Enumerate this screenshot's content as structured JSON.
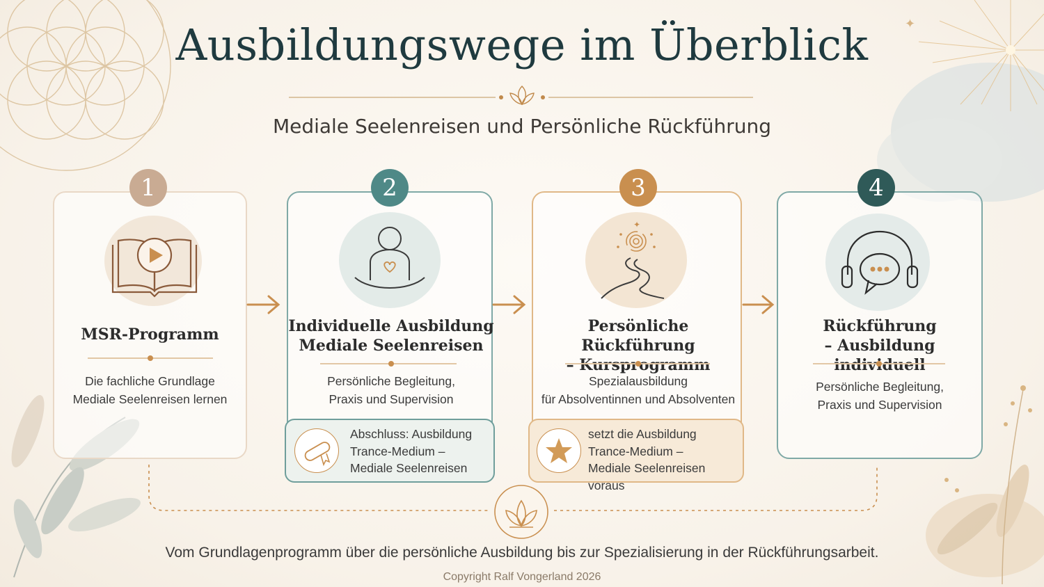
{
  "title": "Ausbildungswege im Überblick",
  "subtitle": "Mediale Seelenreisen und Persönliche Rückführung",
  "colors": {
    "beige": "#c9ab93",
    "teal": "#4f8987",
    "gold": "#c98f4f",
    "dark_teal": "#2f5a58",
    "accent": "#c08a4c",
    "text": "#3a3a3a"
  },
  "steps": [
    {
      "number": "1",
      "icon": "open-book-play-icon",
      "title_line1": "MSR-Programm",
      "title_line2": "",
      "desc_line1": "Die fachliche Grundlage",
      "desc_line2": "Mediale Seelenreisen lernen"
    },
    {
      "number": "2",
      "icon": "person-heart-icon",
      "title_line1": "Individuelle Ausbildung",
      "title_line2": "Mediale Seelenreisen",
      "desc_line1": "Persönliche Begleitung,",
      "desc_line2": "Praxis und Supervision",
      "note": {
        "icon": "diploma-scroll-icon",
        "line1": "Abschluss: Ausbildung",
        "line2": "Trance-Medium –",
        "line3": "Mediale Seelenreisen"
      }
    },
    {
      "number": "3",
      "icon": "spiral-path-icon",
      "title_line1": "Persönliche Rückführung",
      "title_line2": "– Kursprogramm",
      "desc_line1": "Spezialausbildung",
      "desc_line2": "für Absolventinnen und Absolventen",
      "note": {
        "icon": "star-icon",
        "line1": "setzt die Ausbildung",
        "line2": "Trance-Medium –",
        "line3": "Mediale Seelenreisen voraus"
      }
    },
    {
      "number": "4",
      "icon": "headphones-chat-icon",
      "title_line1": "Rückführung",
      "title_line2": "– Ausbildung individuell",
      "desc_line1": "Persönliche Begleitung,",
      "desc_line2": "Praxis und Supervision"
    }
  ],
  "footer": "Vom Grundlagenprogramm über die persönliche Ausbildung bis zur Spezialisierung in der Rückführungsarbeit.",
  "copyright": "Copyright Ralf Vongerland 2026"
}
